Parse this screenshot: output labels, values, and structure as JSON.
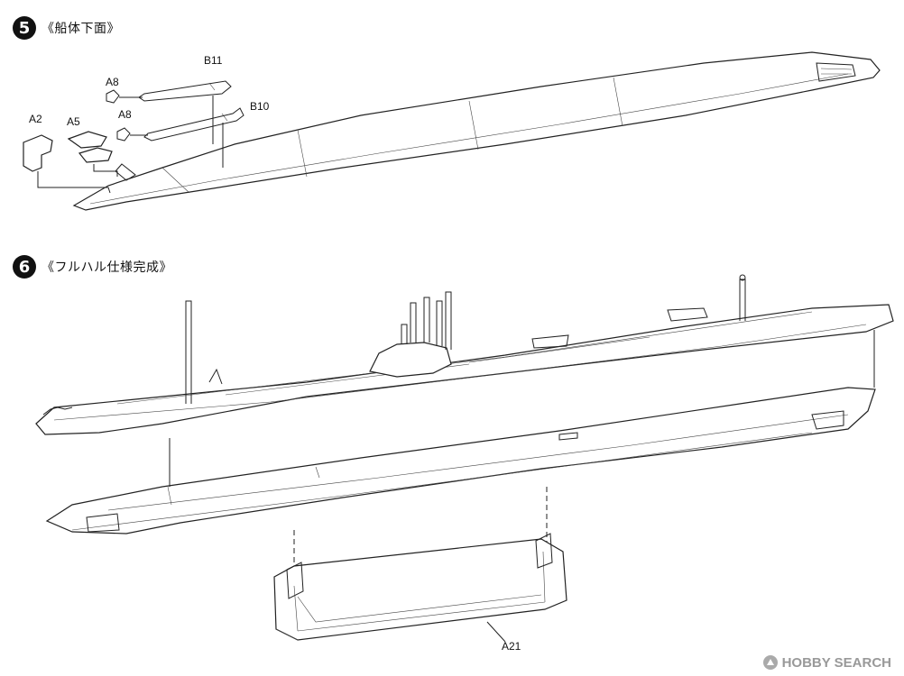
{
  "step5": {
    "number": "5",
    "title": "《船体下面》"
  },
  "step6": {
    "number": "6",
    "title": "《フルハル仕様完成》"
  },
  "parts": {
    "b11": "B11",
    "a8_top": "A8",
    "a8_bottom": "A8",
    "b10": "B10",
    "a2": "A2",
    "a5": "A5",
    "a21": "A21"
  },
  "watermark": {
    "text": "HOBBY SEARCH"
  }
}
